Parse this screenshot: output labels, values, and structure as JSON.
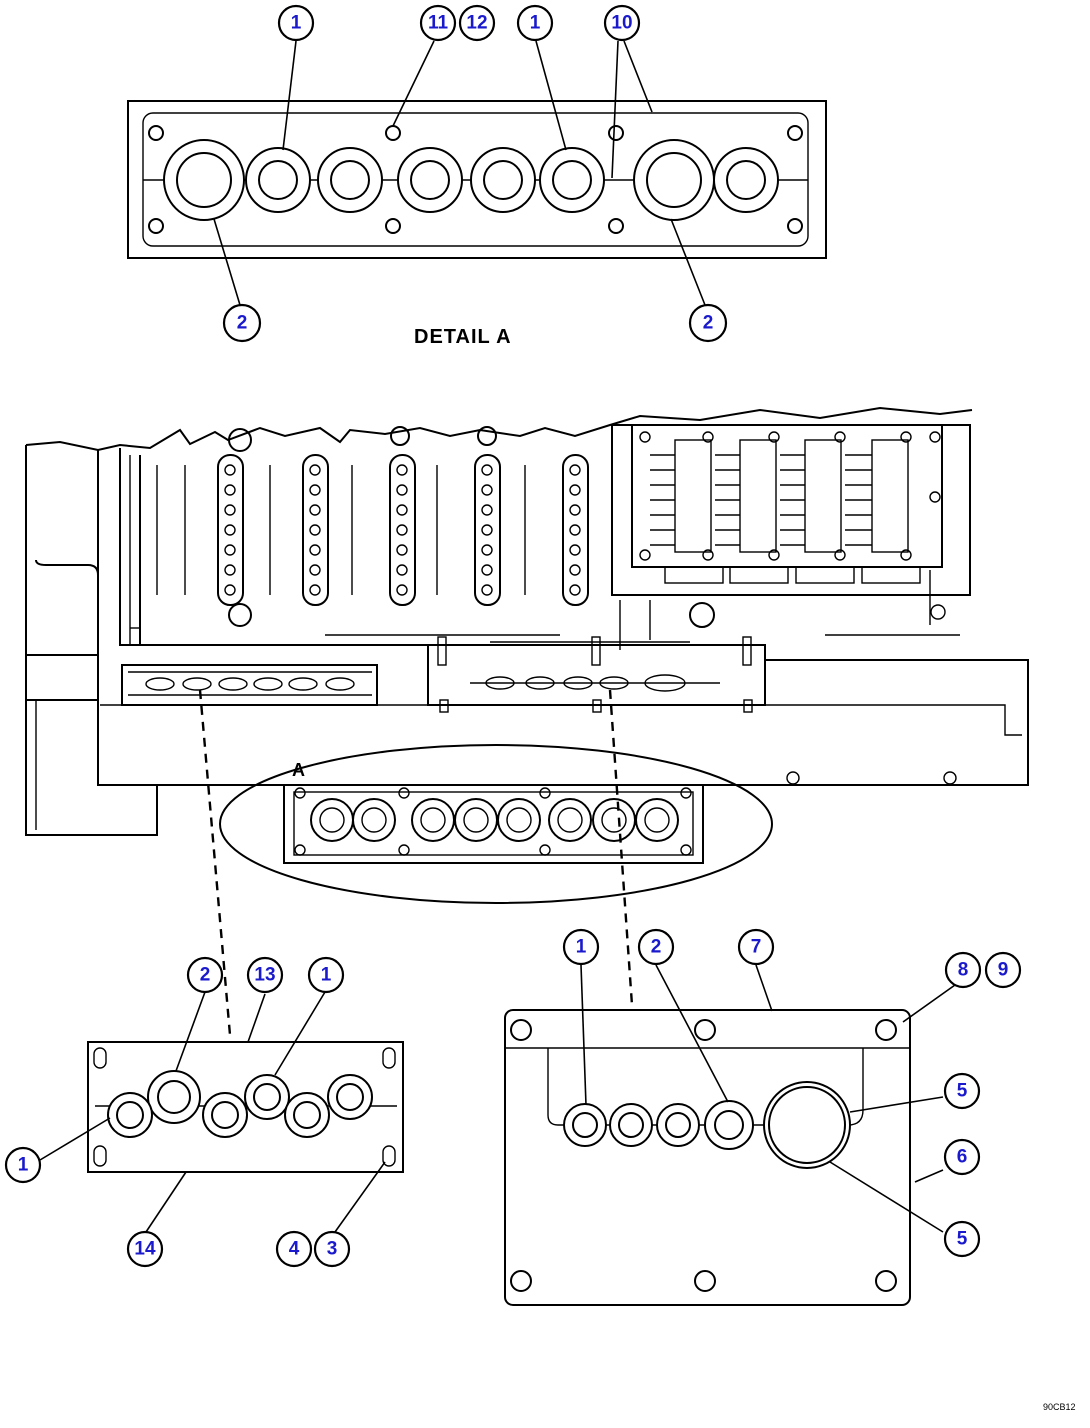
{
  "detail_caption": "DETAIL A",
  "view_letter": "A",
  "drawing_code": "90CB12",
  "callouts": {
    "detail_a": [
      "1",
      "11",
      "12",
      "1",
      "10",
      "2",
      "2"
    ],
    "lower_left": [
      "2",
      "13",
      "1",
      "1",
      "14",
      "4",
      "3"
    ],
    "lower_right": [
      "1",
      "2",
      "7",
      "8",
      "9",
      "5",
      "6",
      "5"
    ]
  },
  "colors": {
    "callout_number": "#1a1acc",
    "line": "#000000",
    "background": "#ffffff"
  }
}
